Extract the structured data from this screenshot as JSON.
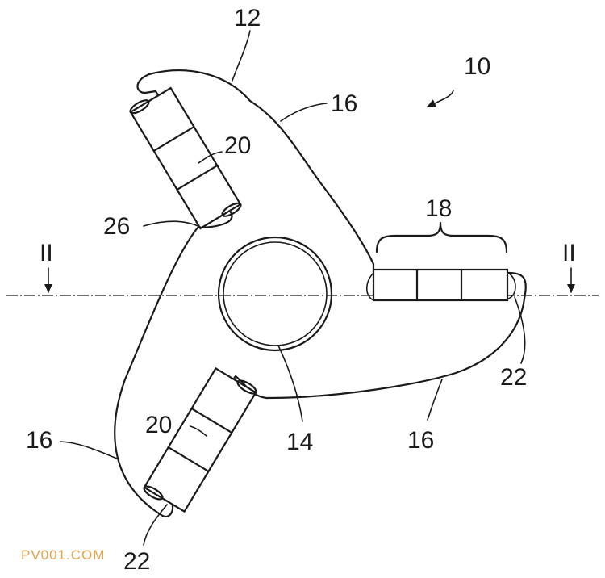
{
  "labels": {
    "body": "12",
    "assembly": "10",
    "bore": "14",
    "arm_top": "16",
    "arm_left": "16",
    "arm_right": "16",
    "insert_group": "18",
    "insert_upper": "20",
    "insert_lower": "20",
    "notch": "26",
    "end_right": "22",
    "end_bottom": "22",
    "section_left": "II",
    "section_right": "II"
  },
  "watermark": "PV001.COM"
}
